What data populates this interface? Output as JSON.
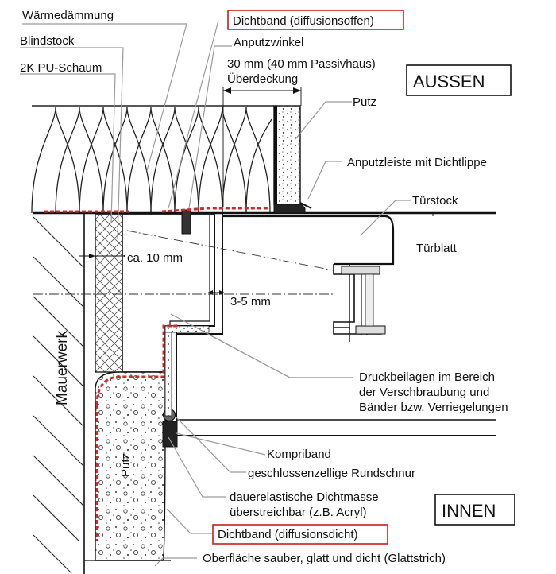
{
  "labels": {
    "waermedaemmung": "Wärmedämmung",
    "blindstock": "Blindstock",
    "pu_schaum": "2K PU-Schaum",
    "dichtband_diffusionsoffen": "Dichtband  (diffusionsoffen)",
    "anputzwinkel": "Anputzwinkel",
    "ueberdeckung_line1": "30 mm (40 mm Passivhaus)",
    "ueberdeckung_line2": "Überdeckung",
    "aussen": "AUSSEN",
    "putz_outer": "Putz",
    "anputzleiste": "Anputzleiste mit Dichtlippe",
    "tuerstock": "Türstock",
    "tuerblatt": "Türblatt",
    "ca10": "ca. 10 mm",
    "gap35": "3-5 mm",
    "mauerwerk": "Mauerwerk",
    "druck_line1": "Druckbeilagen im Bereich",
    "druck_line2": "der Verschbraubung und",
    "druck_line3": "Bänder bzw. Verriegelungen",
    "kompriband": "Kompriband",
    "rundschnur": "geschlossenzellige Rundschnur",
    "dichtmasse_line1": "dauerelastische Dichtmasse",
    "dichtmasse_line2": "überstreichbar (z.B. Acryl)",
    "innen": "INNEN",
    "putz_inner": "Putz",
    "dichtband_diffusionsdicht": "Dichtband (diffusionsdicht)",
    "oberflaeche": "Oberfläche sauber, glatt und dicht (Glattstrich)"
  },
  "colors": {
    "line": "#111111",
    "seal_red": "#d12a2a",
    "box_red": "#c41e1e",
    "leader": "#9a9a9a"
  }
}
